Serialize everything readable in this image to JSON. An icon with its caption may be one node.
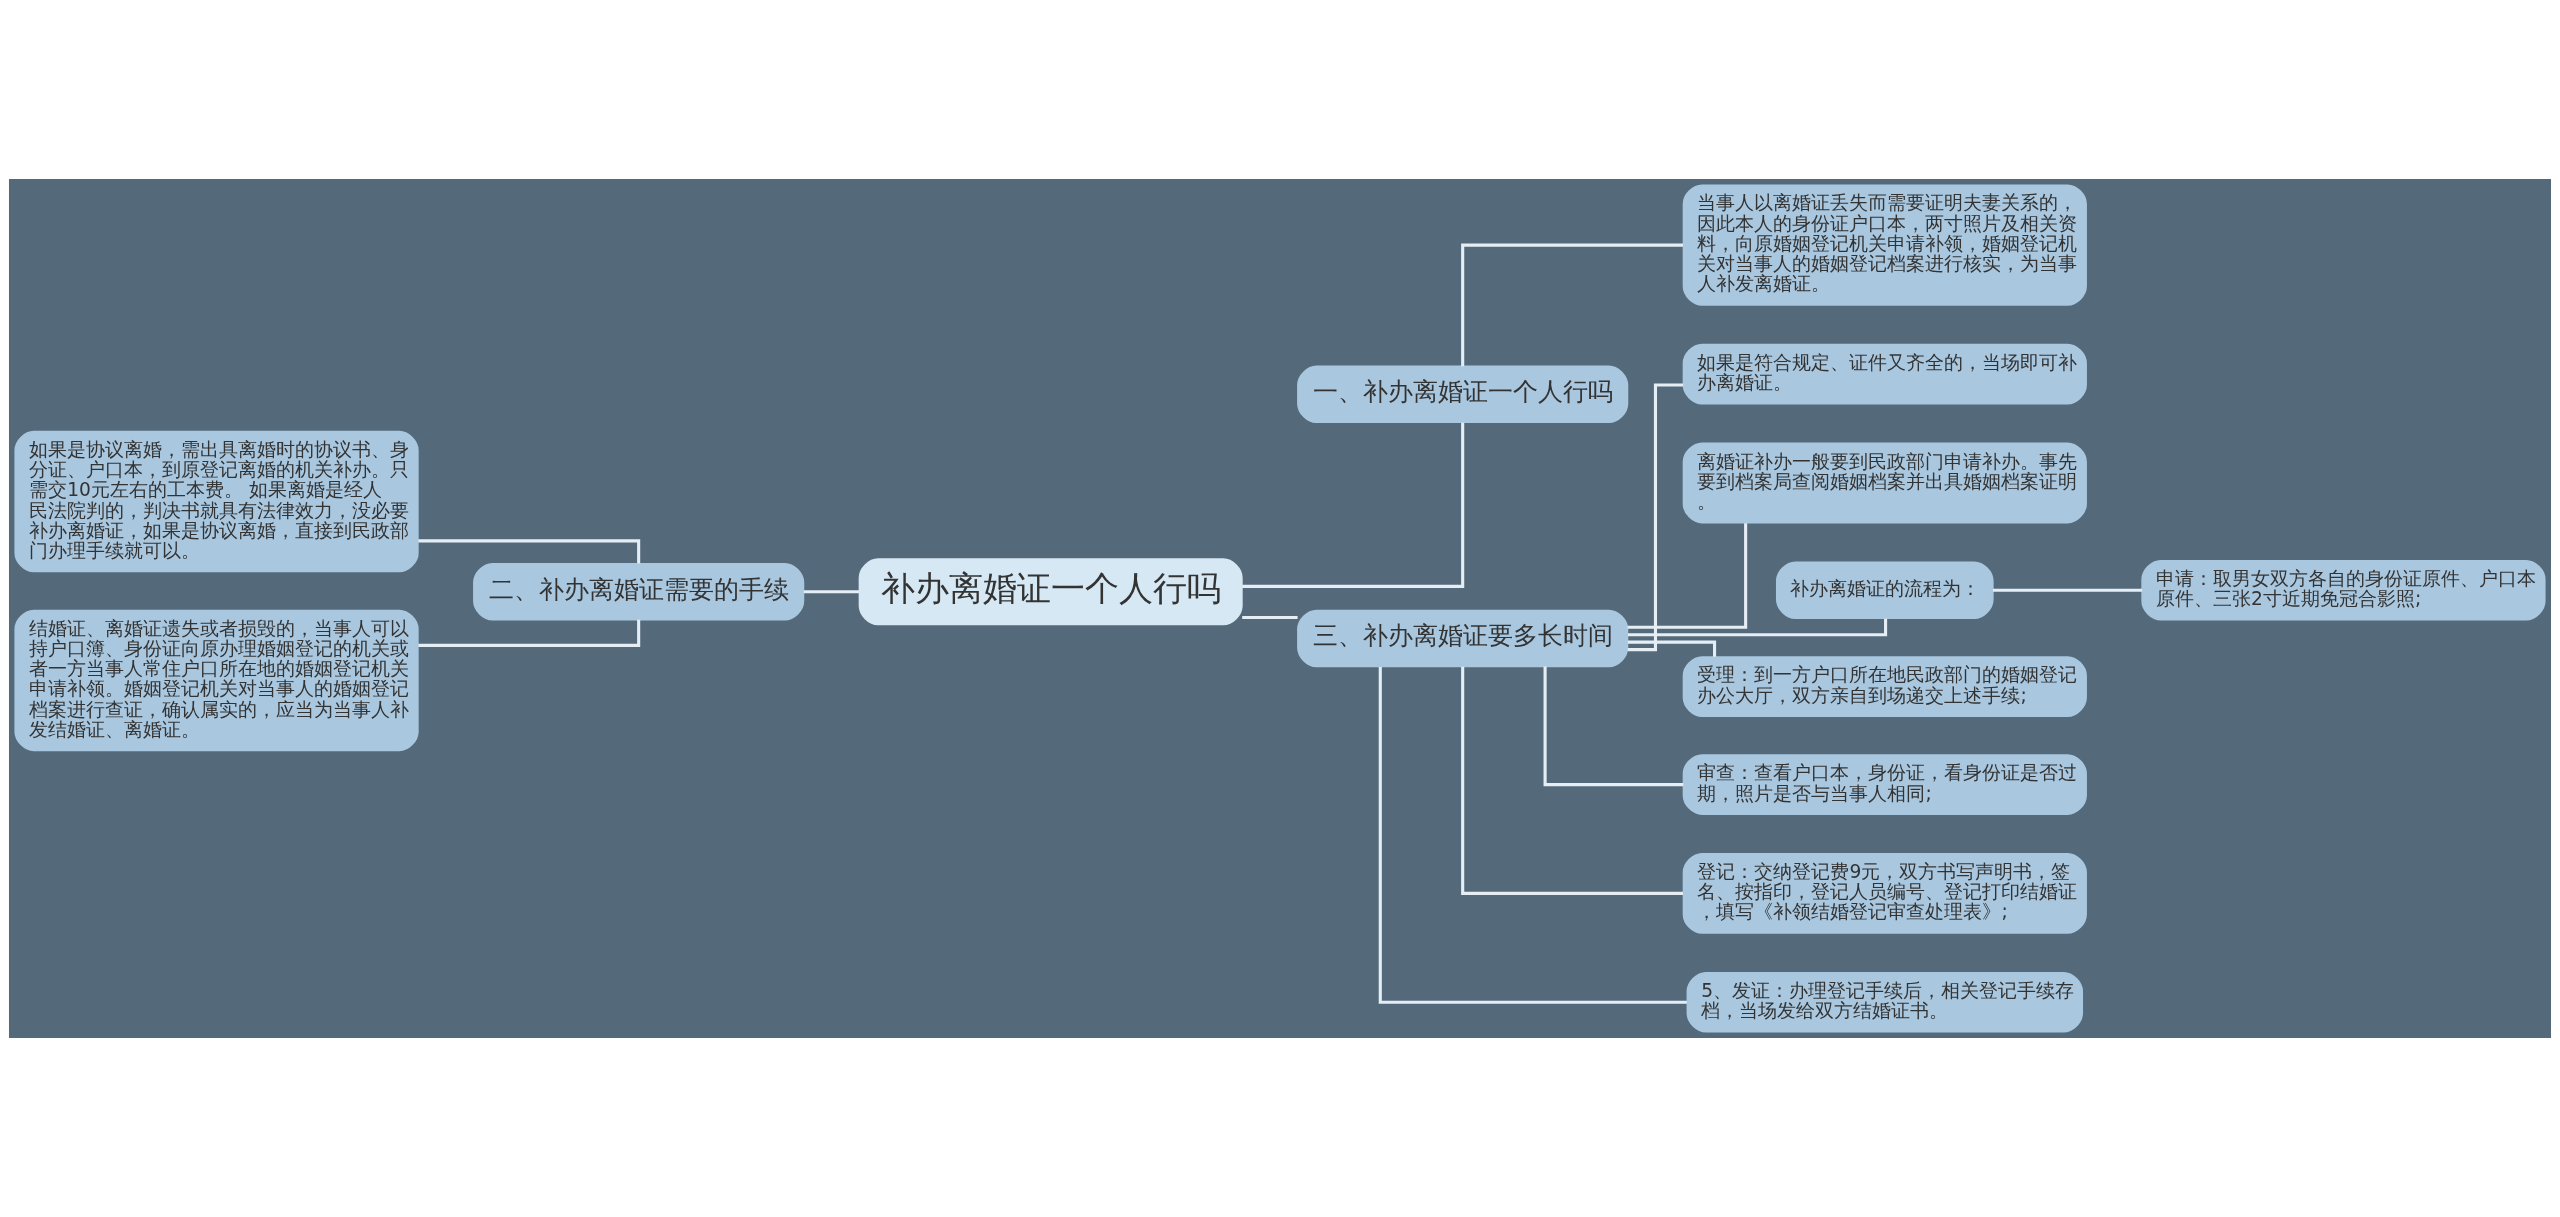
{
  "diagram": {
    "nodes": [
      {
        "text": [
          "补办离婚证一个人行吗"
        ]
      },
      {
        "text": [
          "一、补办离婚证一个人行吗"
        ]
      },
      {
        "text": [
          "当事人以离婚证丢失而需要证明夫妻关系的，因此本人的身份证户口本，两寸照片及相关资料，向原婚姻登记机关申请补领，婚姻登记机关对当事人的婚姻登记档案进行核实，为当事人补发离婚证。"
        ]
      },
      {
        "text": [
          "二、补办离婚证需要的手续"
        ]
      },
      {
        "text": [
          "如果是协议离婚，需出具离婚时的协议书、身分证、户口本，到原登记离婚的机关补办。只需交10元左右的工本费。 如果离婚是经人民法院判的，判决书就具有法律效力，没必要补办离婚证，如果是协议离婚，直接到民政部门办理手续就可以。"
        ]
      },
      {
        "text": [
          "结婚证、离婚证遗失或者损毁的，当事人可以持户口簿、身份证向原办理婚姻登记的机关或者一方当事人常住户口所在地的婚姻登记机关申请补领。婚姻登记机关对当事人的婚姻登记档案进行查证，确认属实的，应当为当事人补发结婚证、离婚证。"
        ]
      },
      {
        "text": [
          "三、补办离婚证要多长时间"
        ]
      },
      {
        "text": [
          "如果是符合规定、证件又齐全的，当场即可补办离婚证。"
        ]
      },
      {
        "text": [
          "离婚证补办一般要到民政部门申请补办。事先要到档案局查阅婚姻档案并出具婚姻档案证明。"
        ]
      },
      {
        "text": [
          "补办离婚证的流程为："
        ]
      },
      {
        "text": [
          "申请：取男女双方各自的身份证原件、户口本原件、三张2寸近期免冠合影照;"
        ]
      },
      {
        "text": [
          "受理：到一方户口所在地民政部门的婚姻登记办公大厅，双方亲自到场递交上述手续;"
        ]
      },
      {
        "text": [
          "审查：查看户口本，身份证，看身份证是否过期，照片是否与当事人相同;"
        ]
      },
      {
        "text": [
          "登记：交纳登记费9元，双方书写声明书，签名、按指印，登记人员编号、登记打印结婚证，填写《补领结婚登记审查处理表》;"
        ]
      },
      {
        "text": [
          "5、发证：办理登记手续后，相关登记手续存档，当场发给双方结婚证书。"
        ]
      }
    ],
    "edges": [
      {
        "from": 0,
        "to": 1,
        "arrow": "none"
      },
      {
        "from": 1,
        "to": 2,
        "arrow": "none"
      },
      {
        "from": 3,
        "to": 0,
        "arrow": "none"
      },
      {
        "from": 4,
        "to": 3,
        "arrow": "none"
      },
      {
        "from": 5,
        "to": 3,
        "arrow": "none"
      },
      {
        "from": 0,
        "to": 6,
        "arrow": "none"
      },
      {
        "from": 6,
        "to": 7,
        "arrow": "none"
      },
      {
        "from": 6,
        "to": 8,
        "arrow": "none"
      },
      {
        "from": 6,
        "to": 9,
        "arrow": "none"
      },
      {
        "from": 9,
        "to": 10,
        "arrow": "none"
      },
      {
        "from": 6,
        "to": 11,
        "arrow": "none"
      },
      {
        "from": 6,
        "to": 12,
        "arrow": "none"
      },
      {
        "from": 6,
        "to": 13,
        "arrow": "none"
      },
      {
        "from": 6,
        "to": 14,
        "arrow": "none"
      }
    ]
  }
}
